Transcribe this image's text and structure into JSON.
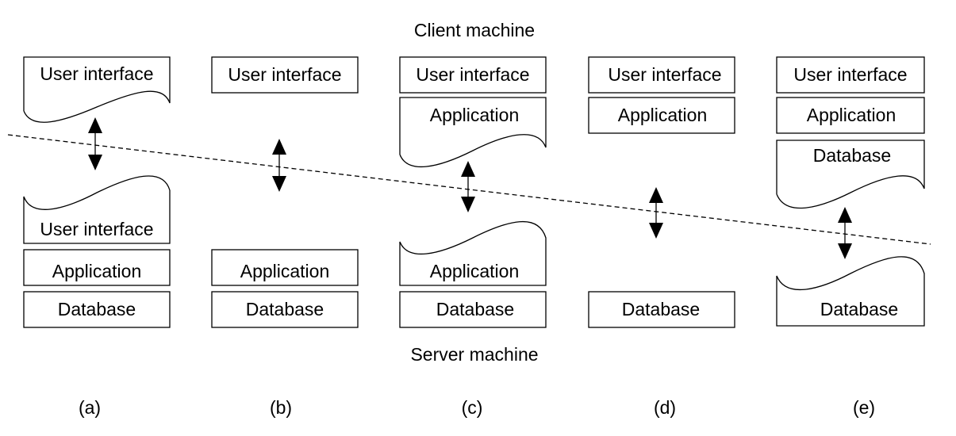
{
  "header": {
    "client_label": "Client machine",
    "server_label": "Server machine"
  },
  "labels": {
    "user_interface": "User interface",
    "application": "Application",
    "database": "Database"
  },
  "configurations": [
    {
      "caption": "(a)"
    },
    {
      "caption": "(b)"
    },
    {
      "caption": "(c)"
    },
    {
      "caption": "(d)"
    },
    {
      "caption": "(e)"
    }
  ],
  "colors": {
    "line": "#000000",
    "background": "#ffffff"
  }
}
